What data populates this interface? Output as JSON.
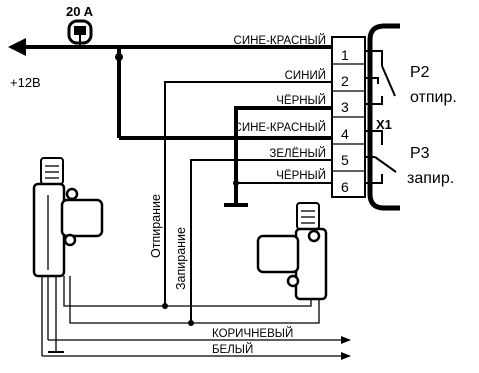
{
  "fuse": {
    "label": "20 A"
  },
  "power": {
    "label": "+12В"
  },
  "connector": {
    "name": "X1",
    "pins": [
      {
        "number": "1",
        "wire": "СИНЕ-КРАСНЫЙ"
      },
      {
        "number": "2",
        "wire": "СИНИЙ"
      },
      {
        "number": "3",
        "wire": "ЧЁРНЫЙ"
      },
      {
        "number": "4",
        "wire": "СИНЕ-КРАСНЫЙ"
      },
      {
        "number": "5",
        "wire": "ЗЕЛЁНЫЙ"
      },
      {
        "number": "6",
        "wire": "ЧЁРНЫЙ"
      }
    ]
  },
  "relays": [
    {
      "name": "Р2",
      "function": "отпир."
    },
    {
      "name": "Р3",
      "function": "запир."
    }
  ],
  "signals": {
    "unlock": "Отпирание",
    "lock": "Запирание"
  },
  "outputs": [
    {
      "wire": "КОРИЧНЕВЫЙ"
    },
    {
      "wire": "БЕЛЫЙ"
    }
  ]
}
